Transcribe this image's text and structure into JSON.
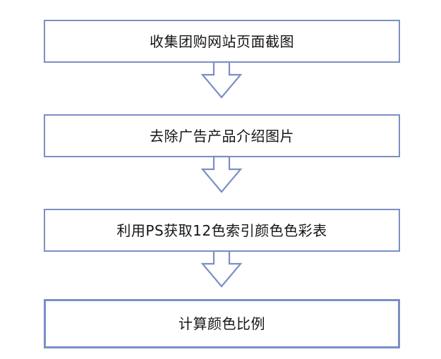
{
  "diagram": {
    "type": "flowchart",
    "orientation": "vertical",
    "title": "",
    "colors": {
      "node_border": "#7b8fc4",
      "node_fill": "#ffffff",
      "arrow_stroke": "#7b8fc4",
      "arrow_fill": "#ffffff",
      "text": "#151515",
      "background": "#ffffff"
    },
    "nodes": [
      {
        "id": "step-1",
        "label": "收集团购网站页面截图"
      },
      {
        "id": "step-2",
        "label": "去除广告产品介绍图片"
      },
      {
        "id": "step-3",
        "label": "利用PS获取12色索引颜色色彩表"
      },
      {
        "id": "step-4",
        "label": "计算颜色比例"
      }
    ],
    "connectors": [
      {
        "id": "arrow-1",
        "from": "step-1",
        "to": "step-2",
        "shape": "block-arrow-down",
        "label": ""
      },
      {
        "id": "arrow-2",
        "from": "step-2",
        "to": "step-3",
        "shape": "block-arrow-down",
        "label": ""
      },
      {
        "id": "arrow-3",
        "from": "step-3",
        "to": "step-4",
        "shape": "block-arrow-down",
        "label": ""
      }
    ]
  }
}
